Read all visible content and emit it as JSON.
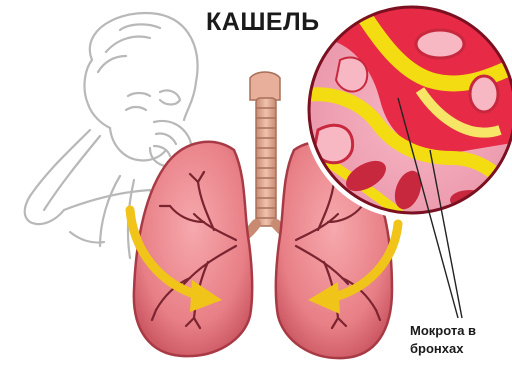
{
  "diagram": {
    "title": "КАШЕЛЬ",
    "callout_line1": "Мокрота в",
    "callout_line2": "бронхах"
  },
  "colors": {
    "lung_fill": "#e87f86",
    "lung_edge": "#a83a45",
    "bronchi": "#7a2430",
    "trachea": "#d9a08a",
    "arrow": "#f0c419",
    "mucus": "#f4dc12",
    "tissue": "#e72a46",
    "sketch": "#b8b8b8"
  }
}
